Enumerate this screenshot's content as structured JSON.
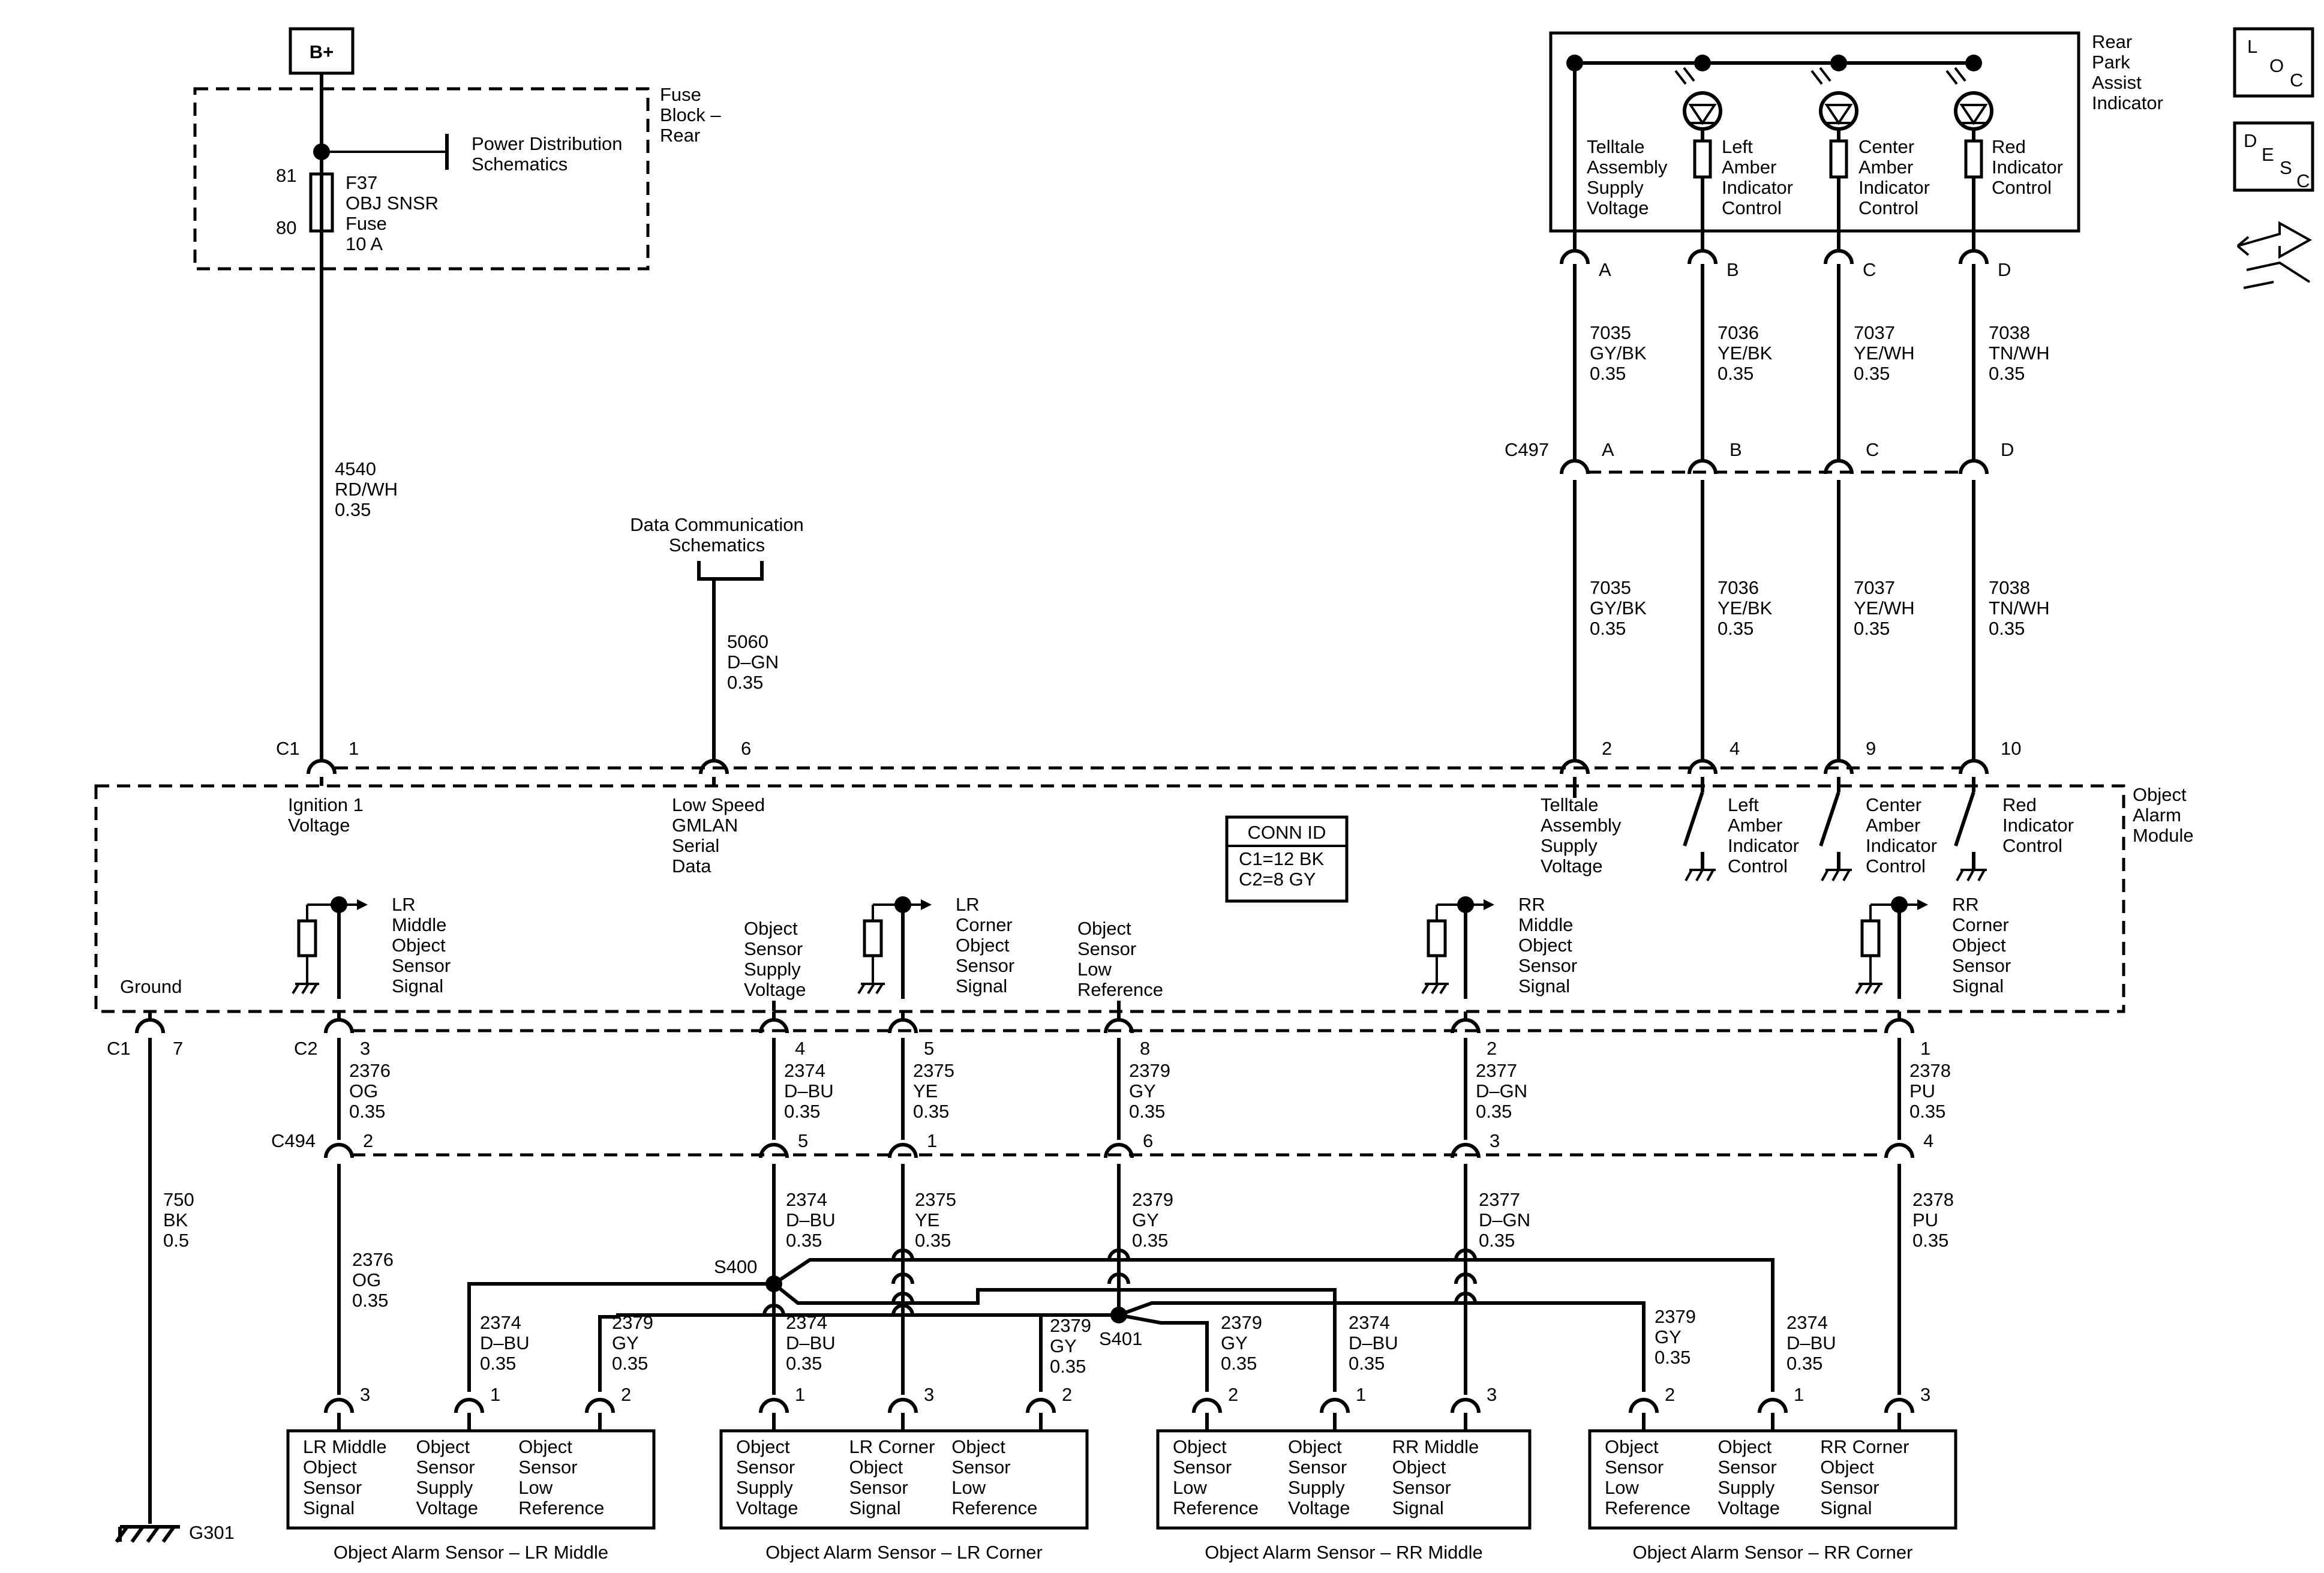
{
  "header": {
    "power_source": "B+"
  },
  "fuse_block": {
    "name_lines": [
      "Fuse",
      "Block –",
      "Rear"
    ],
    "pin_in": "81",
    "pin_out": "80",
    "fuse_lines": [
      "F37",
      "OBJ SNSR",
      "Fuse",
      "10 A"
    ],
    "ref_lines": [
      "Power Distribution",
      "Schematics"
    ]
  },
  "data_comm_ref": [
    "Data Communication",
    "Schematics"
  ],
  "indicator": {
    "name_lines": [
      "Rear",
      "Park",
      "Assist",
      "Indicator"
    ],
    "labels": [
      [
        "Telltale",
        "Assembly",
        "Supply",
        "Voltage"
      ],
      [
        "Left",
        "Amber",
        "Indicator",
        "Control"
      ],
      [
        "Center",
        "Amber",
        "Indicator",
        "Control"
      ],
      [
        "Red",
        "Indicator",
        "Control"
      ]
    ],
    "pins": [
      "A",
      "B",
      "C",
      "D"
    ]
  },
  "icons": {
    "loc": [
      "L",
      "O",
      "C"
    ],
    "desc": [
      "D",
      "E",
      "S",
      "C"
    ]
  },
  "connector_c497": {
    "name": "C497",
    "pins": [
      "A",
      "B",
      "C",
      "D"
    ]
  },
  "wires": {
    "w4540": [
      "4540",
      "RD/WH",
      "0.35"
    ],
    "w5060": [
      "5060",
      "D–GN",
      "0.35"
    ],
    "w7035": [
      "7035",
      "GY/BK",
      "0.35"
    ],
    "w7036": [
      "7036",
      "YE/BK",
      "0.35"
    ],
    "w7037": [
      "7037",
      "YE/WH",
      "0.35"
    ],
    "w7038": [
      "7038",
      "TN/WH",
      "0.35"
    ],
    "w750": [
      "750",
      "BK",
      "0.5"
    ],
    "w2376": [
      "2376",
      "OG",
      "0.35"
    ],
    "w2374": [
      "2374",
      "D–BU",
      "0.35"
    ],
    "w2375": [
      "2375",
      "YE",
      "0.35"
    ],
    "w2379": [
      "2379",
      "GY",
      "0.35"
    ],
    "w2377": [
      "2377",
      "D–GN",
      "0.35"
    ],
    "w2378": [
      "2378",
      "PU",
      "0.35"
    ]
  },
  "module": {
    "name_lines": [
      "Object",
      "Alarm",
      "Module"
    ],
    "conn_id_title": "CONN ID",
    "conn_id_lines": [
      "C1=12 BK",
      "C2=8 GY"
    ],
    "c1": {
      "name": "C1",
      "pins": [
        "1",
        "6",
        "2",
        "4",
        "9",
        "10"
      ]
    },
    "c1_ground": {
      "name": "C1",
      "pin": "7"
    },
    "c2": {
      "name": "C2",
      "pins": [
        "3",
        "4",
        "5",
        "8",
        "2",
        "1"
      ]
    },
    "labels": {
      "ignition": [
        "Ignition 1",
        "Voltage"
      ],
      "gmlan": [
        "Low Speed",
        "GMLAN",
        "Serial",
        "Data"
      ],
      "telltale": [
        "Telltale",
        "Assembly",
        "Supply",
        "Voltage"
      ],
      "left_amber": [
        "Left",
        "Amber",
        "Indicator",
        "Control"
      ],
      "center_amber": [
        "Center",
        "Amber",
        "Indicator",
        "Control"
      ],
      "red": [
        "Red",
        "Indicator",
        "Control"
      ],
      "ground": "Ground",
      "lr_middle": [
        "LR",
        "Middle",
        "Object",
        "Sensor",
        "Signal"
      ],
      "supply": [
        "Object",
        "Sensor",
        "Supply",
        "Voltage"
      ],
      "lr_corner": [
        "LR",
        "Corner",
        "Object",
        "Sensor",
        "Signal"
      ],
      "low_ref": [
        "Object",
        "Sensor",
        "Low",
        "Reference"
      ],
      "rr_middle": [
        "RR",
        "Middle",
        "Object",
        "Sensor",
        "Signal"
      ],
      "rr_corner": [
        "RR",
        "Corner",
        "Object",
        "Sensor",
        "Signal"
      ]
    }
  },
  "connector_c494": {
    "name": "C494",
    "pins": [
      "2",
      "5",
      "1",
      "6",
      "3",
      "4"
    ]
  },
  "splices": {
    "s400": "S400",
    "s401": "S401"
  },
  "ground": {
    "name": "G301"
  },
  "sensors": [
    {
      "title": "Object Alarm Sensor – LR Middle",
      "pins": [
        "3",
        "1",
        "2"
      ],
      "labels": [
        [
          "LR Middle",
          "Object",
          "Sensor",
          "Signal"
        ],
        [
          "Object",
          "Sensor",
          "Supply",
          "Voltage"
        ],
        [
          "Object",
          "Sensor",
          "Low",
          "Reference"
        ]
      ]
    },
    {
      "title": "Object Alarm Sensor – LR Corner",
      "pins": [
        "1",
        "3",
        "2"
      ],
      "labels": [
        [
          "Object",
          "Sensor",
          "Supply",
          "Voltage"
        ],
        [
          "LR Corner",
          "Object",
          "Sensor",
          "Signal"
        ],
        [
          "Object",
          "Sensor",
          "Low",
          "Reference"
        ]
      ]
    },
    {
      "title": "Object Alarm Sensor – RR Middle",
      "pins": [
        "2",
        "1",
        "3"
      ],
      "labels": [
        [
          "Object",
          "Sensor",
          "Low",
          "Reference"
        ],
        [
          "Object",
          "Sensor",
          "Supply",
          "Voltage"
        ],
        [
          "RR Middle",
          "Object",
          "Sensor",
          "Signal"
        ]
      ]
    },
    {
      "title": "Object Alarm Sensor – RR Corner",
      "pins": [
        "2",
        "1",
        "3"
      ],
      "labels": [
        [
          "Object",
          "Sensor",
          "Low",
          "Reference"
        ],
        [
          "Object",
          "Sensor",
          "Supply",
          "Voltage"
        ],
        [
          "RR Corner",
          "Object",
          "Sensor",
          "Signal"
        ]
      ]
    }
  ]
}
